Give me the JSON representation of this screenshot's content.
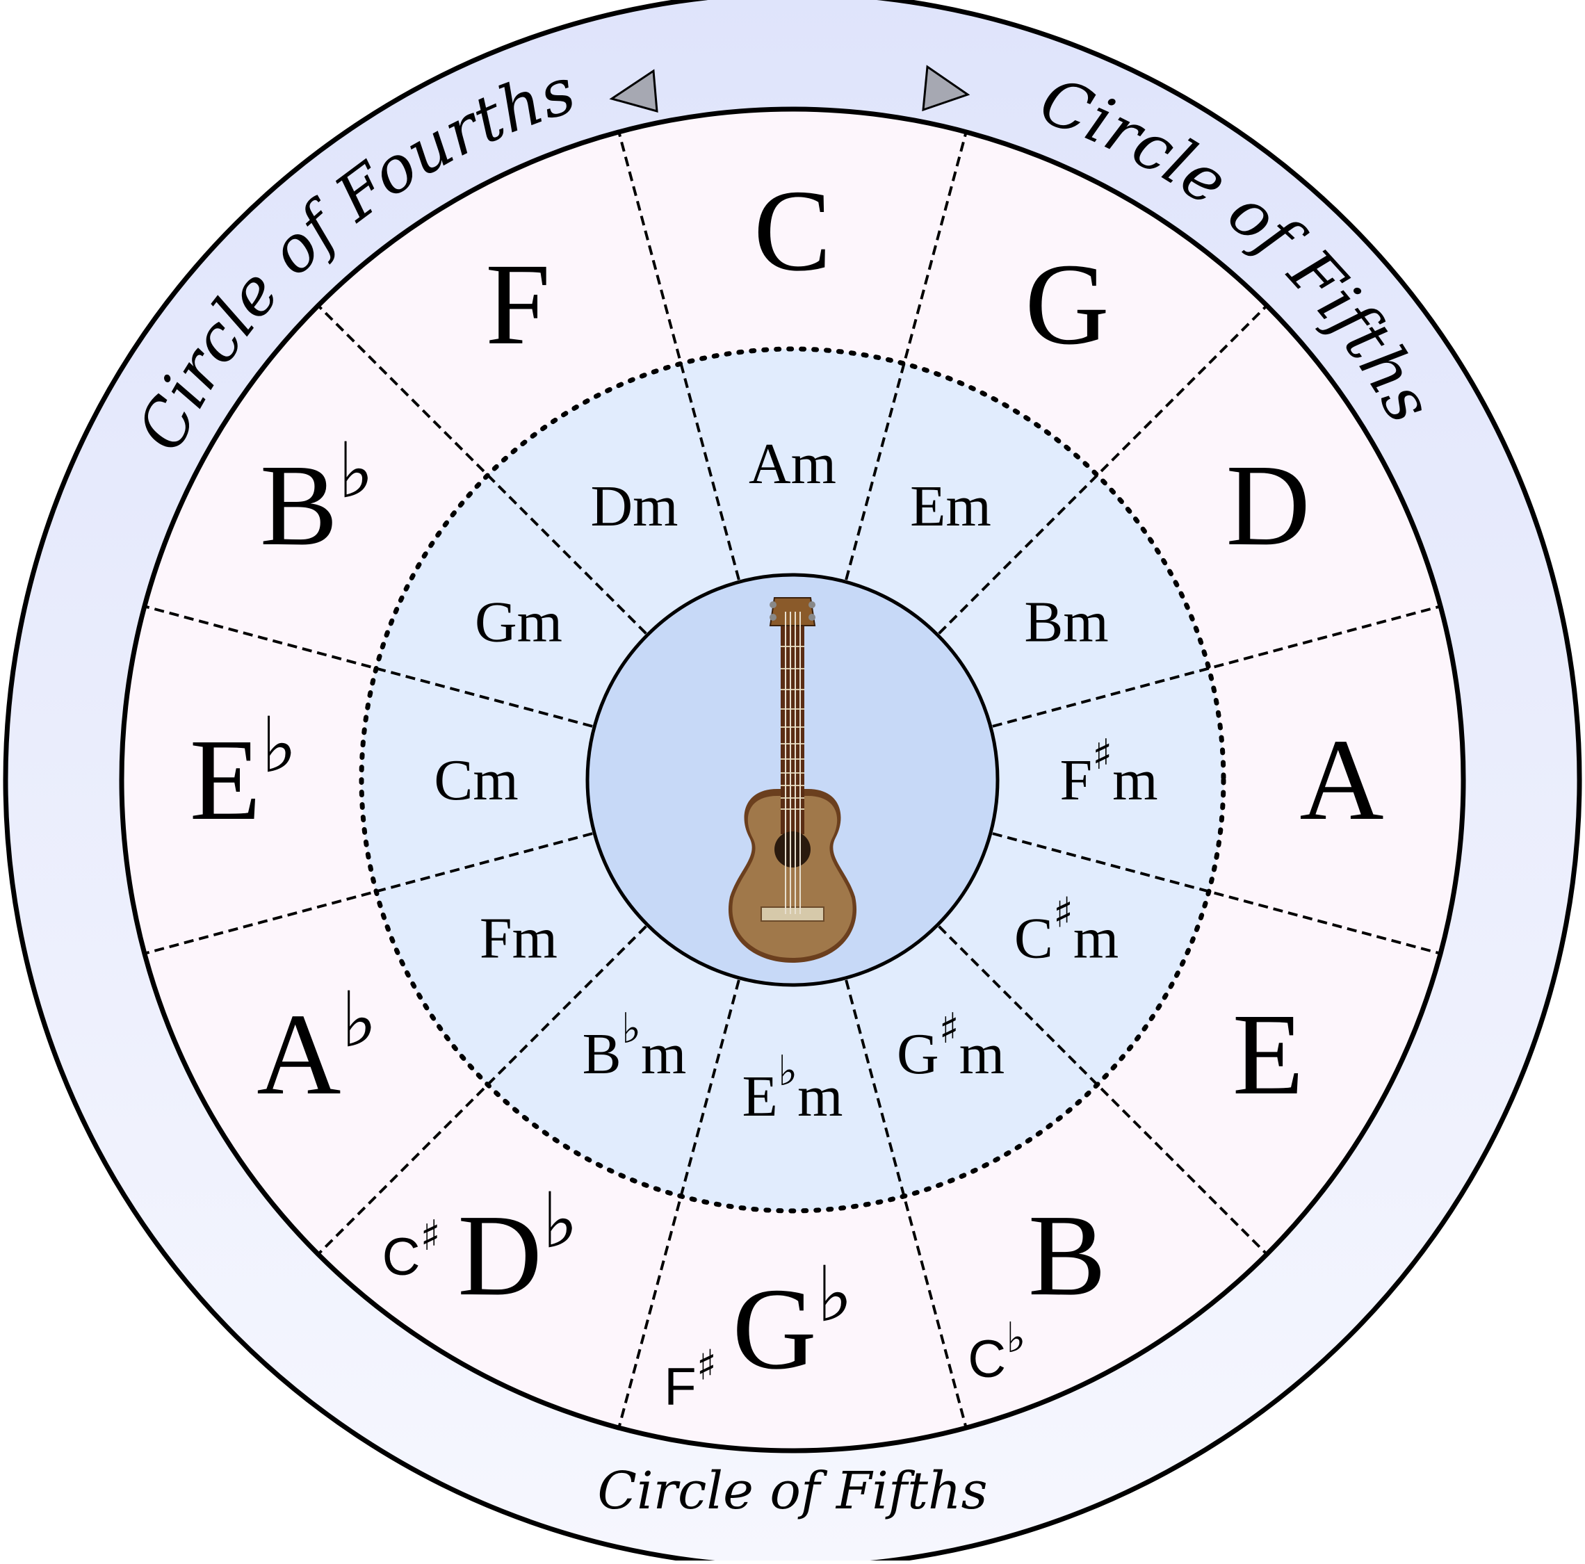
{
  "titles": {
    "fourths": "Circle of Fourths",
    "fifths": "Circle of Fifths",
    "bottom": "Circle of Fifths"
  },
  "direction_icons": {
    "left": "triangle-left-icon",
    "right": "triangle-right-icon"
  },
  "center_icon": "ukulele-icon",
  "symbols": {
    "flat": "♭",
    "sharp": "♯"
  },
  "major_keys": [
    {
      "letter": "C",
      "acc": ""
    },
    {
      "letter": "G",
      "acc": ""
    },
    {
      "letter": "D",
      "acc": ""
    },
    {
      "letter": "A",
      "acc": ""
    },
    {
      "letter": "E",
      "acc": ""
    },
    {
      "letter": "B",
      "acc": ""
    },
    {
      "letter": "G",
      "acc": "♭"
    },
    {
      "letter": "D",
      "acc": "♭"
    },
    {
      "letter": "A",
      "acc": "♭"
    },
    {
      "letter": "E",
      "acc": "♭"
    },
    {
      "letter": "B",
      "acc": "♭"
    },
    {
      "letter": "F",
      "acc": ""
    }
  ],
  "enharmonic_keys": [
    {
      "segment": 5,
      "letter": "C",
      "acc": "♭"
    },
    {
      "segment": 6,
      "letter": "F",
      "acc": "♯"
    },
    {
      "segment": 7,
      "letter": "C",
      "acc": "♯"
    }
  ],
  "minor_keys": [
    {
      "letter": "A",
      "acc": "",
      "suffix": "m"
    },
    {
      "letter": "E",
      "acc": "",
      "suffix": "m"
    },
    {
      "letter": "B",
      "acc": "",
      "suffix": "m"
    },
    {
      "letter": "F",
      "acc": "♯",
      "suffix": "m"
    },
    {
      "letter": "C",
      "acc": "♯",
      "suffix": "m"
    },
    {
      "letter": "G",
      "acc": "♯",
      "suffix": "m"
    },
    {
      "letter": "E",
      "acc": "♭",
      "suffix": "m"
    },
    {
      "letter": "B",
      "acc": "♭",
      "suffix": "m"
    },
    {
      "letter": "F",
      "acc": "",
      "suffix": "m"
    },
    {
      "letter": "C",
      "acc": "",
      "suffix": "m"
    },
    {
      "letter": "G",
      "acc": "",
      "suffix": "m"
    },
    {
      "letter": "D",
      "acc": "",
      "suffix": "m"
    }
  ],
  "colors": {
    "outer_ring": "#e2e6fb",
    "major_fill": "#fdf6fc",
    "minor_fill": "#e1ecfd",
    "center_fill": "#c7d9f7",
    "stroke": "#000000",
    "arrow": "#a6a8b2",
    "ukulele_body": "#a0784a"
  }
}
